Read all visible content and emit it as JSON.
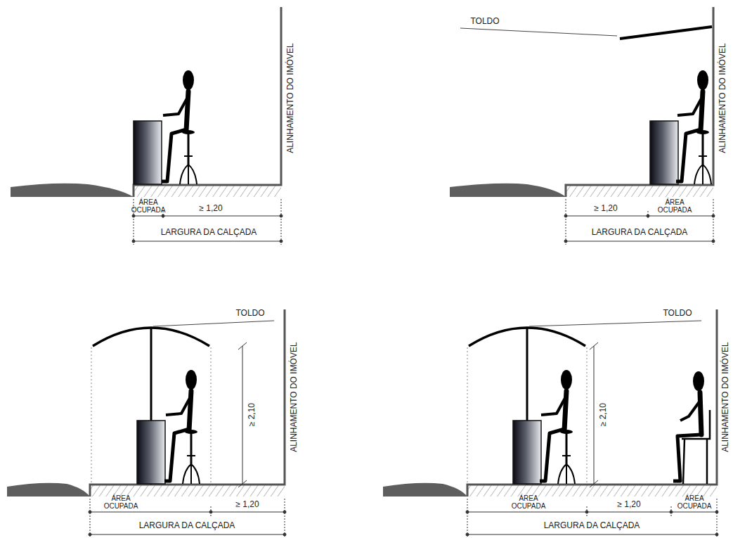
{
  "diagram": {
    "labels": [
      "ÁREA OCUPADA",
      "≥ 1,20",
      "LARGURA DA CALÇADA",
      "ALINHAMENTO DO IMÓVEL",
      "TOLDO",
      "ALINHAMENTO DO IMÓVEL",
      "≥ 1,20",
      "ÁREA OCUPADA",
      "LARGURA DA CALÇADA",
      "TOLDO",
      "≥ 2,10",
      "ALINHAMENTO DO IMÓVEL",
      "ÁREA OCUPADA",
      "≥ 1,20",
      "LARGURA DA CALÇADA",
      "TOLDO",
      "≥ 2,10",
      "ALINHAMENTO DO IMÓVEL",
      "ÁREA OCUPADA",
      "≥ 1,20",
      "ÁREA OCUPADA",
      "LARGURA DA CALÇADA"
    ]
  }
}
